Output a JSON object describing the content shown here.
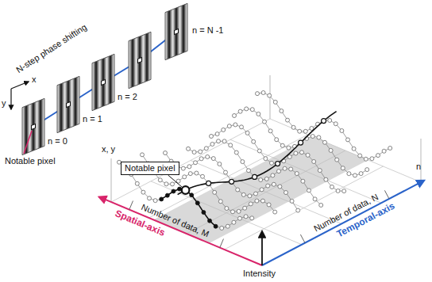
{
  "diagram": {
    "nodes": [
      {
        "text": [
          "Notable pixel"
        ]
      }
    ],
    "labels": [
      "N-step phase shifting",
      "n = N -1",
      "n = 2",
      "n = 1",
      "n = 0",
      "x",
      "y",
      "Notable pixel",
      "x, y",
      "Number of data, M",
      "Spatial-axis",
      "Number of data, N",
      "Temporal-axis",
      "Intensity",
      "n"
    ]
  }
}
